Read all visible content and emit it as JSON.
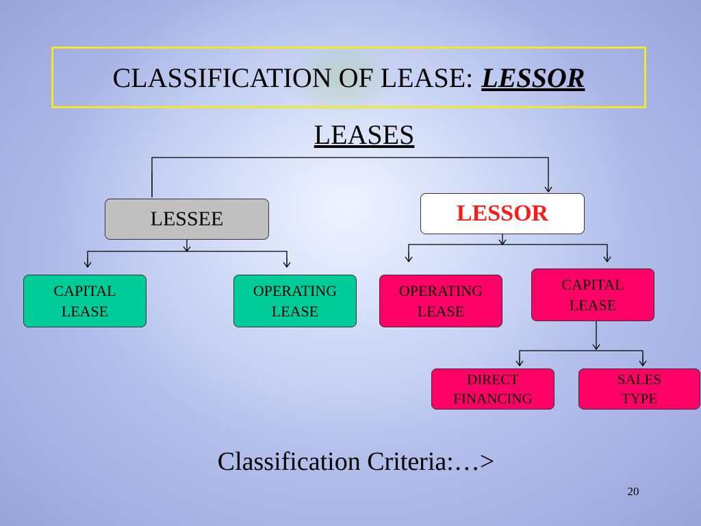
{
  "slide": {
    "title_prefix": "CLASSIFICATION OF LEASE:",
    "title_emphasis": "LESSOR",
    "root": "LEASES",
    "lessee": "LESSEE",
    "lessor": "LESSOR",
    "lessee_children": {
      "capital": "CAPITAL\nLEASE",
      "operating": "OPERATING\nLEASE"
    },
    "lessor_children": {
      "operating": "OPERATING\nLEASE",
      "capital": "CAPITAL\nLEASE"
    },
    "capital_children": {
      "direct": "DIRECT\nFINANCING",
      "sales": "SALES\nTYPE"
    },
    "criteria": "Classification Criteria:…>",
    "page_number": "20"
  },
  "colors": {
    "title_border": "#f2e82a",
    "lessee_fill": "#c0c0c0",
    "lessor_text": "#ff1a1a",
    "lessee_branch_fill": "#00cc99",
    "lessor_branch_fill": "#ff0066"
  }
}
